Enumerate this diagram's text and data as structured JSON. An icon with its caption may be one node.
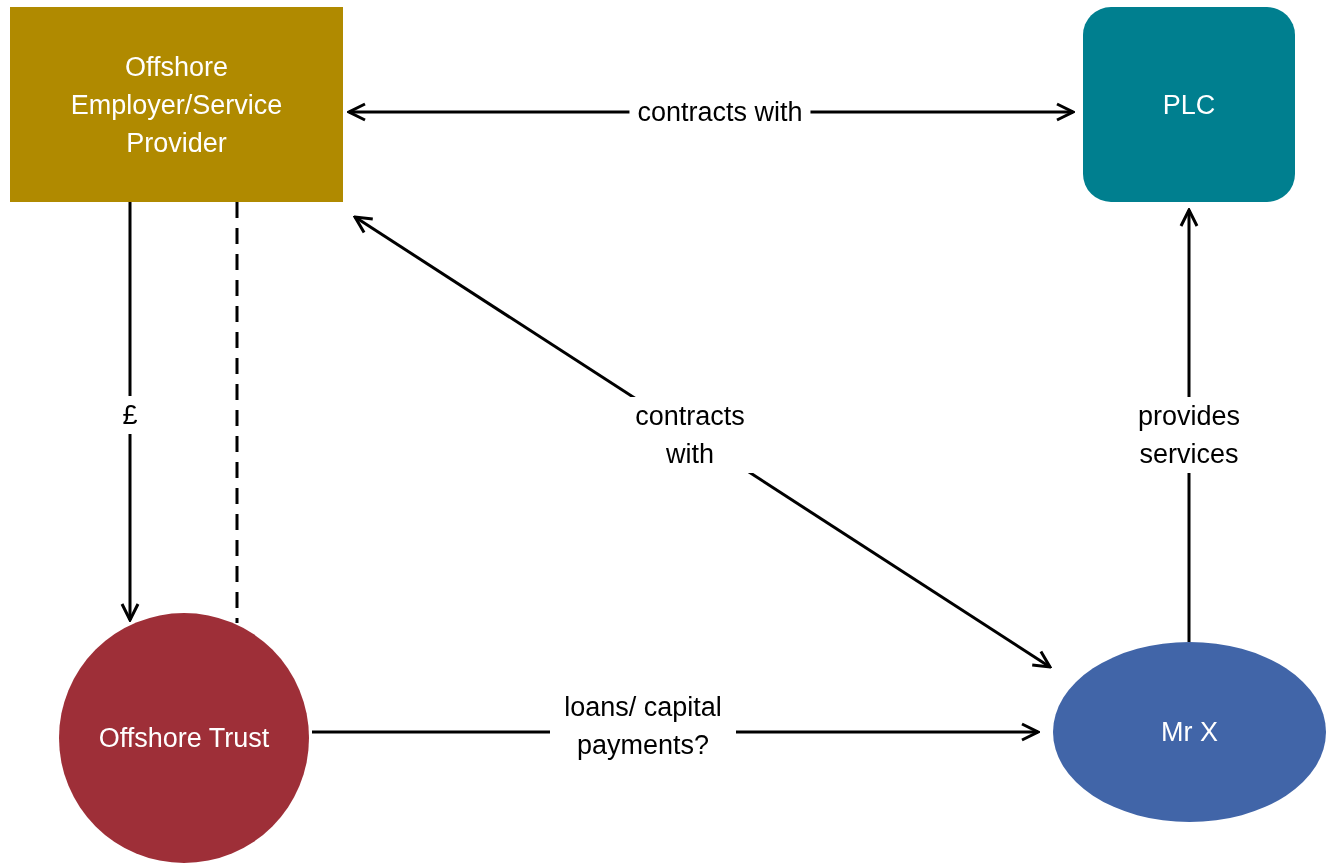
{
  "diagram": {
    "nodes": [
      {
        "text": [
          "Offshore Employer/Service Provider"
        ]
      },
      {
        "text": [
          "PLC"
        ]
      },
      {
        "text": [
          "Offshore Trust"
        ]
      },
      {
        "text": [
          "Mr X"
        ]
      }
    ],
    "edges": [
      {
        "from": 0,
        "to": 1,
        "arrow": "both",
        "label": "contracts with"
      },
      {
        "from": 0,
        "to": 3,
        "arrow": "both",
        "label": "contracts with"
      },
      {
        "from": 0,
        "to": 2,
        "arrow": "to",
        "label": "£"
      },
      {
        "from": 0,
        "to": 2,
        "arrow": "none",
        "style": "dashed"
      },
      {
        "from": 2,
        "to": 3,
        "arrow": "to",
        "label": "loans/ capital payments?"
      },
      {
        "from": 3,
        "to": 1,
        "arrow": "to",
        "label": "provides services"
      }
    ]
  }
}
